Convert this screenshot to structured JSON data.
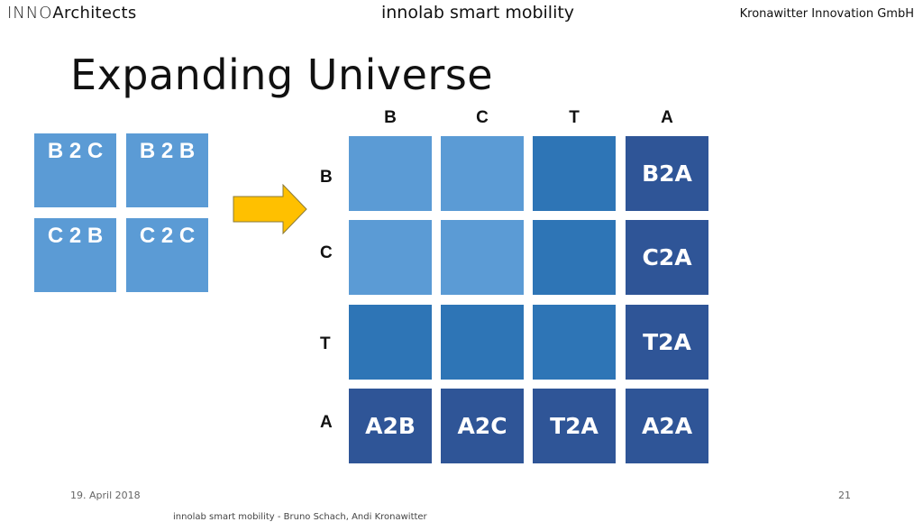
{
  "header": {
    "logo_prefix": "INNO",
    "logo_suffix": "Architects",
    "center_title": "innolab smart mobility",
    "company": "Kronawitter Innovation GmbH"
  },
  "slide": {
    "title": "Expanding Universe"
  },
  "left_boxes": [
    "B 2 C",
    "B 2 B",
    "C 2 B",
    "C 2 C"
  ],
  "grid": {
    "columns": [
      "B",
      "C",
      "T",
      "A"
    ],
    "rows": [
      "B",
      "C",
      "T",
      "A"
    ],
    "cells": [
      [
        "",
        "",
        "",
        "B2A"
      ],
      [
        "",
        "",
        "",
        "C2A"
      ],
      [
        "",
        "",
        "",
        "T2A"
      ],
      [
        "A2B",
        "A2C",
        "T2A",
        "A2A"
      ]
    ],
    "colors": {
      "light": "#5b9bd5",
      "mid": "#2e75b6",
      "dark": "#2f5597"
    }
  },
  "arrow_color": "#ffc000",
  "footer": {
    "date": "19. April 2018",
    "page": "21",
    "partial_text": "innolab smart mobility - Bruno Schach, Andi Kronawitter"
  }
}
